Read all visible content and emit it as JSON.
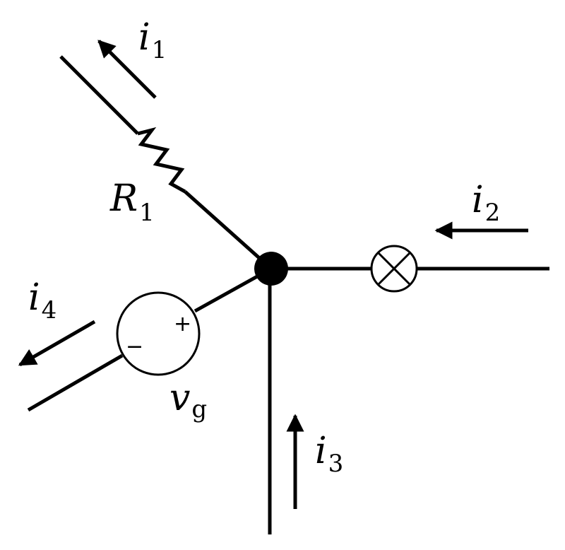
{
  "labels": {
    "i1": {
      "main": "i",
      "sub": "1"
    },
    "i2": {
      "main": "i",
      "sub": "2"
    },
    "i3": {
      "main": "i",
      "sub": "3"
    },
    "i4": {
      "main": "i",
      "sub": "4"
    },
    "r1": {
      "main": "R",
      "sub": "1"
    },
    "vg": {
      "main": "v",
      "sub": "g"
    }
  },
  "source_signs": {
    "plus": "+",
    "minus": "−"
  }
}
